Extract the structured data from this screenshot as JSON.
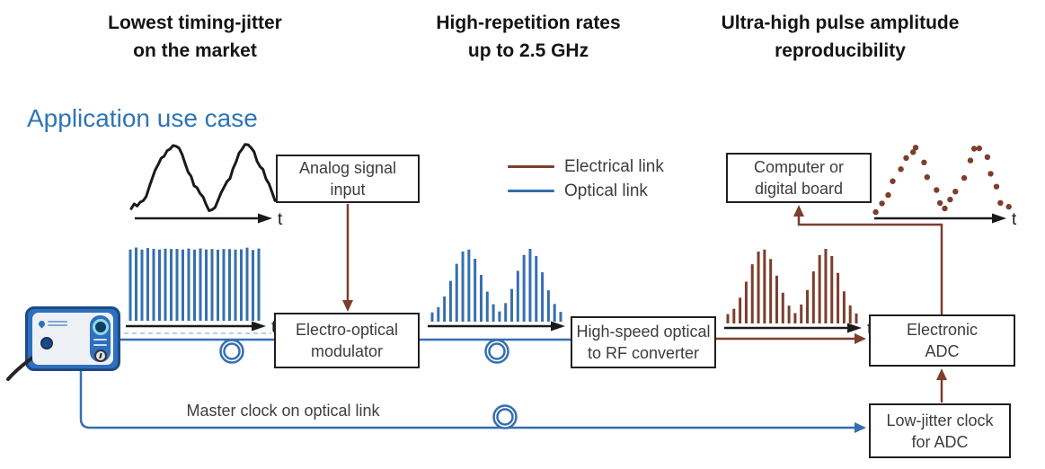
{
  "benefits": [
    {
      "line1": "Lowest timing-jitter",
      "line2": "on the market"
    },
    {
      "line1": "High-repetition rates",
      "line2": "up to 2.5 GHz"
    },
    {
      "line1": "Ultra-high pulse amplitude",
      "line2": "reproducibility"
    }
  ],
  "section_title": "Application use case",
  "legend": {
    "electrical": {
      "label": "Electrical link",
      "color": "#7d3e2b"
    },
    "optical": {
      "label": "Optical link",
      "color": "#356fb0"
    }
  },
  "nodes": {
    "analog_input": {
      "line1": "Analog signal",
      "line2": "input"
    },
    "computer": {
      "line1": "Computer or",
      "line2": "digital board"
    },
    "modulator": {
      "line1": "Electro-optical",
      "line2": "modulator"
    },
    "converter": {
      "line1": "High-speed optical",
      "line2": "to RF converter"
    },
    "adc": {
      "line1": "Electronic",
      "line2": "ADC"
    },
    "clock": {
      "line1": "Low-jitter clock",
      "line2": "for ADC"
    }
  },
  "labels": {
    "master_clock": "Master clock on optical link",
    "time_axis": "t"
  },
  "colors": {
    "electrical": "#7d3e2b",
    "optical": "#356fb0",
    "axis": "#1a1a1a",
    "heading": "#2e75b6",
    "dashed_beam": "#b9cfe8",
    "box_border": "#1f1f1f"
  },
  "waveforms": {
    "analog_signal": {
      "shape": "noisy two-hump analog waveform",
      "color": "#1a1a1a"
    },
    "laser_pulse_train": {
      "count": 23,
      "description": "uniform pulse train from laser",
      "color": "#356fb0"
    },
    "modulated_optical_pulses": {
      "count": 22,
      "description": "pulse train amplitude-modulated by analog signal",
      "color": "#356fb0"
    },
    "rf_pulses": {
      "count": 22,
      "description": "electrical pulses after optical-to-RF conversion",
      "color": "#7d3e2b"
    },
    "digitized_samples": {
      "count": 24,
      "description": "sampled data points at ADC output",
      "color": "#7d3e2b"
    }
  }
}
